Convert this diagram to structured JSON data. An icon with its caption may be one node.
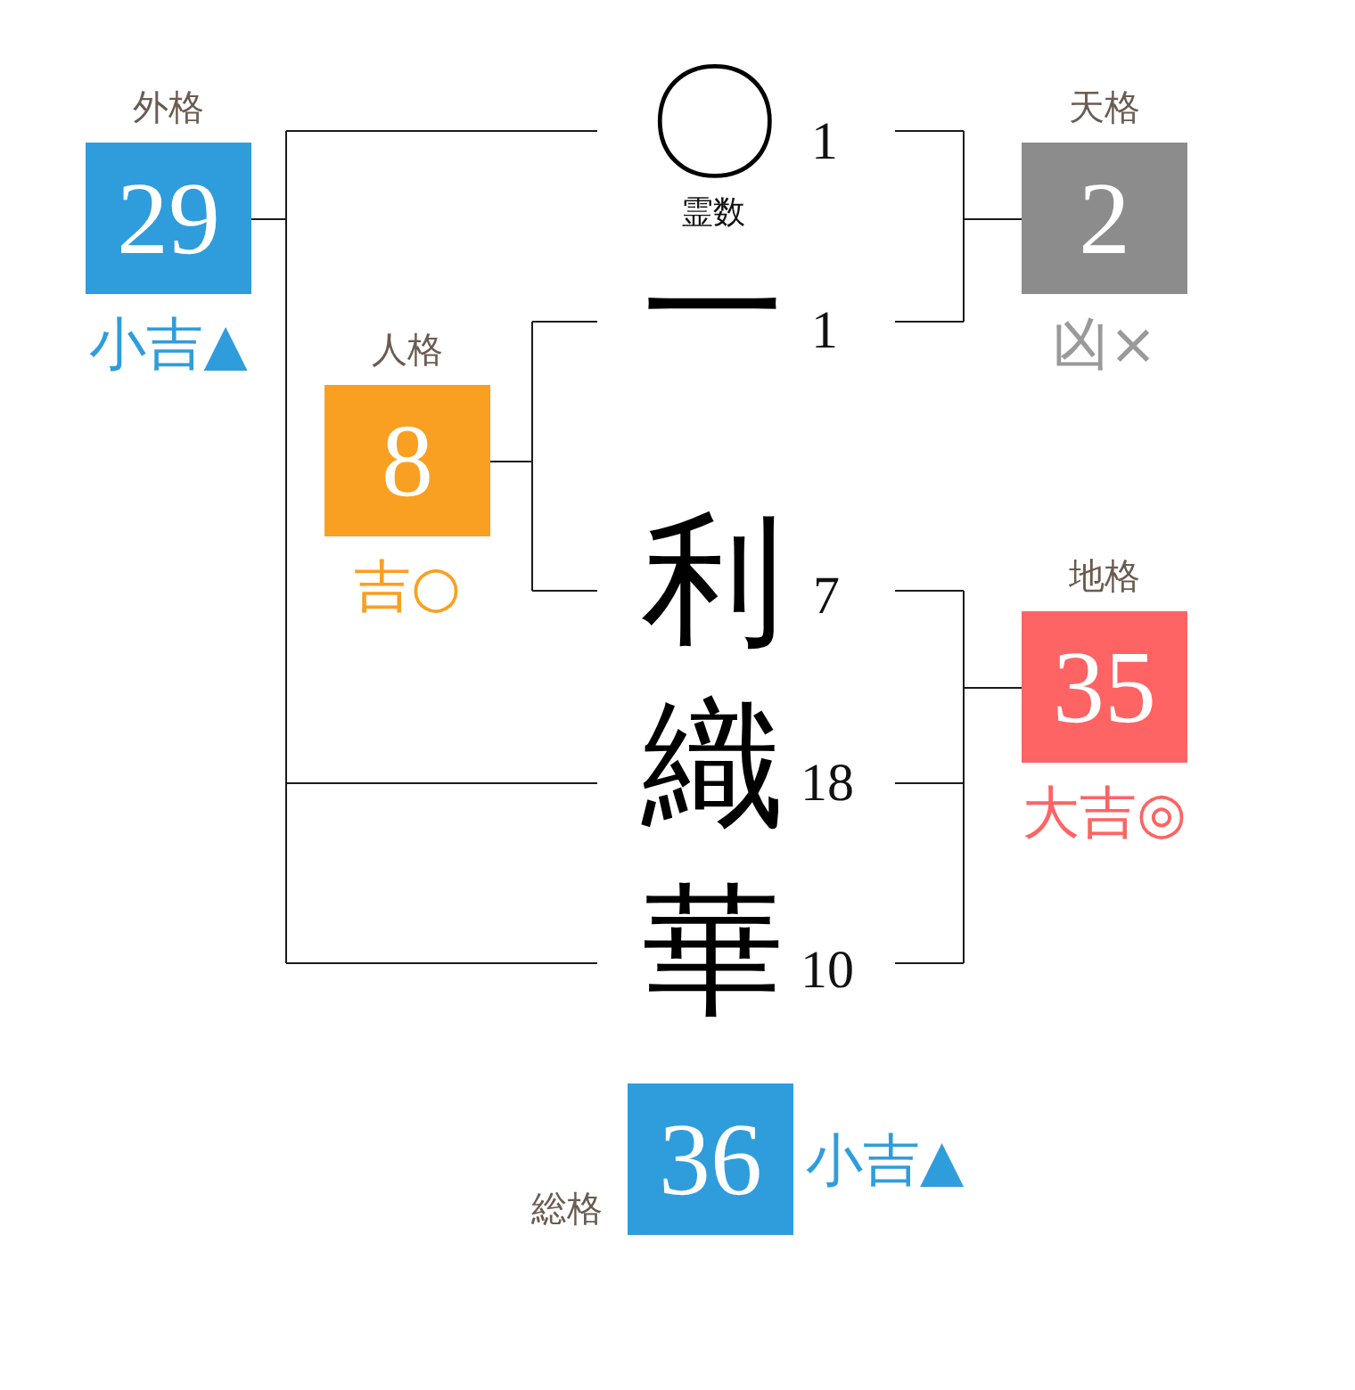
{
  "diagram": {
    "nodes": [
      {
        "text": [
          "〇"
        ],
        "beside": [
          "霊数",
          "1"
        ]
      },
      {
        "text": [
          "外格",
          "29"
        ],
        "beside": [
          "小吉▲"
        ]
      },
      {
        "text": [
          "天格",
          "2"
        ],
        "beside": [
          "凶×"
        ]
      },
      {
        "text": [
          "一"
        ],
        "beside": [
          "1"
        ]
      },
      {
        "text": [
          "人格",
          "8"
        ],
        "beside": [
          "吉○"
        ]
      },
      {
        "text": [
          "利"
        ],
        "beside": [
          "7"
        ]
      },
      {
        "text": [
          "地格",
          "35"
        ],
        "beside": [
          "大吉◎"
        ]
      },
      {
        "text": [
          "織"
        ],
        "beside": [
          "18"
        ]
      },
      {
        "text": [
          "華"
        ],
        "beside": [
          "10"
        ]
      },
      {
        "text": [
          "総格",
          "36"
        ],
        "beside": [
          "小吉▲"
        ]
      }
    ],
    "edges": [
      {
        "from": 0,
        "to": 1,
        "arrow": "none"
      },
      {
        "from": 7,
        "to": 1,
        "arrow": "none"
      },
      {
        "from": 8,
        "to": 1,
        "arrow": "none"
      },
      {
        "from": 0,
        "to": 2,
        "arrow": "none"
      },
      {
        "from": 3,
        "to": 2,
        "arrow": "none"
      },
      {
        "from": 3,
        "to": 4,
        "arrow": "none"
      },
      {
        "from": 5,
        "to": 4,
        "arrow": "none"
      },
      {
        "from": 5,
        "to": 6,
        "arrow": "none"
      },
      {
        "from": 7,
        "to": 6,
        "arrow": "none"
      },
      {
        "from": 8,
        "to": 6,
        "arrow": "none"
      }
    ]
  }
}
